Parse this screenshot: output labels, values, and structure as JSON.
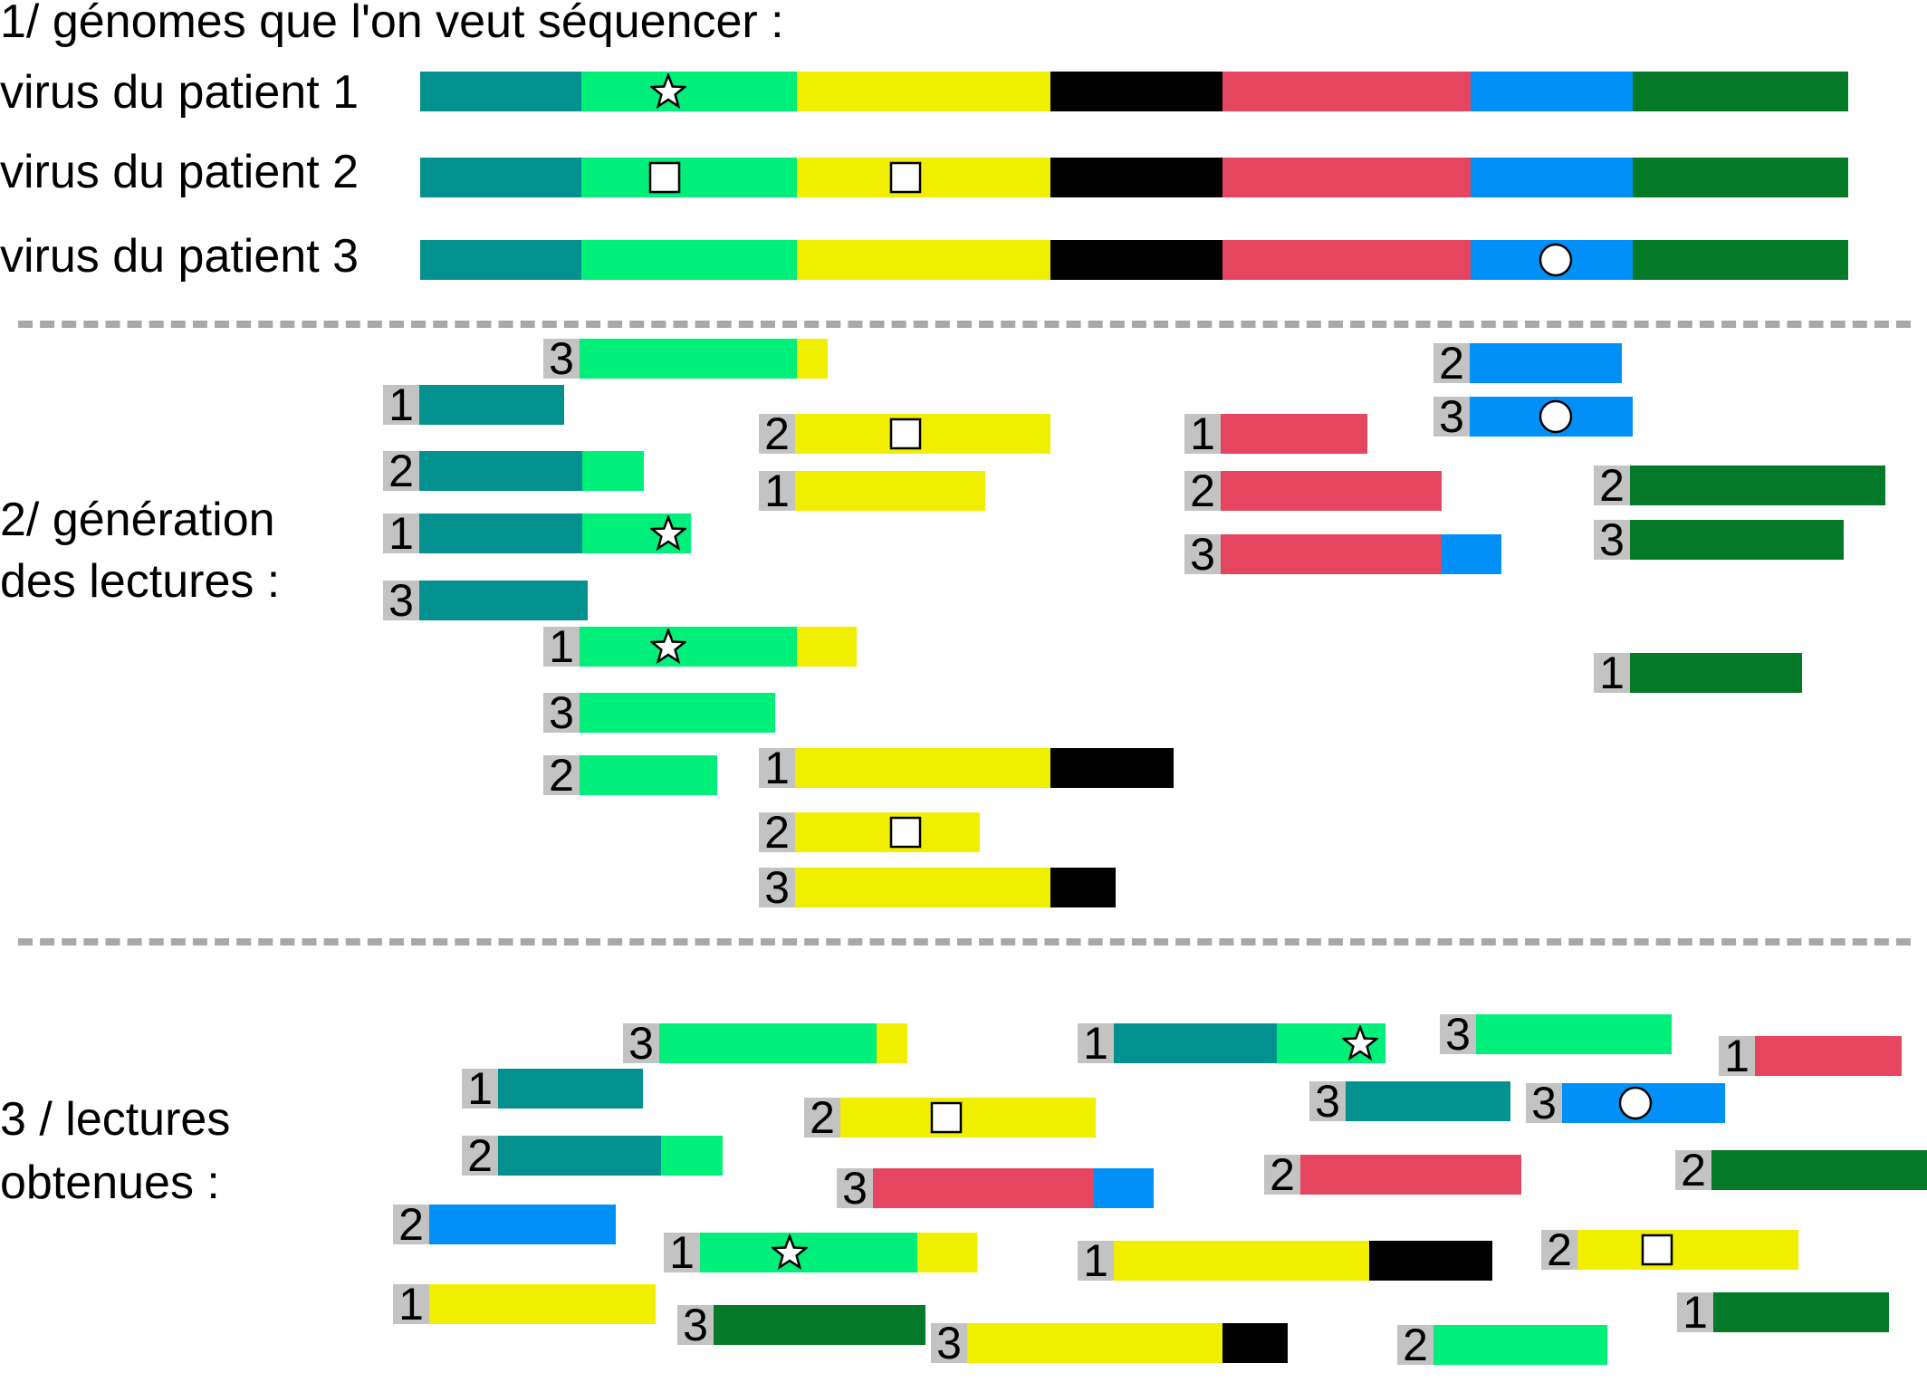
{
  "colors": {
    "teal": "#02918f",
    "spring": "#00ef7b",
    "yellow": "#f0ef00",
    "black": "#000000",
    "red": "#e5455f",
    "blue": "#0090f8",
    "green": "#047a28",
    "tag_bg": "#c3c3c3",
    "divider": "#a8a8a8"
  },
  "section1": {
    "title": "1/ génomes que l'on veut séquencer :",
    "genomes": [
      {
        "label": "virus du patient 1",
        "mutation": "star",
        "mutation_regions": [
          "spring"
        ]
      },
      {
        "label": "virus du patient 2",
        "mutation": "square",
        "mutation_regions": [
          "spring",
          "yellow"
        ]
      },
      {
        "label": "virus du patient 3",
        "mutation": "circle",
        "mutation_regions": [
          "blue"
        ]
      }
    ],
    "regions": [
      "teal",
      "spring",
      "yellow",
      "black",
      "red",
      "blue",
      "green"
    ]
  },
  "section2": {
    "title_line1": "2/ génération",
    "title_line2": "des lectures :",
    "reads": [
      {
        "patient": "3",
        "regions": [
          "spring",
          "yellow"
        ]
      },
      {
        "patient": "1",
        "regions": [
          "teal"
        ]
      },
      {
        "patient": "2",
        "regions": [
          "teal",
          "spring"
        ]
      },
      {
        "patient": "1",
        "regions": [
          "teal",
          "spring"
        ],
        "marker": "star"
      },
      {
        "patient": "3",
        "regions": [
          "teal"
        ]
      },
      {
        "patient": "1",
        "regions": [
          "spring",
          "yellow"
        ],
        "marker": "star"
      },
      {
        "patient": "3",
        "regions": [
          "spring"
        ]
      },
      {
        "patient": "2",
        "regions": [
          "spring"
        ]
      },
      {
        "patient": "2",
        "regions": [
          "yellow"
        ],
        "marker": "square"
      },
      {
        "patient": "1",
        "regions": [
          "yellow"
        ]
      },
      {
        "patient": "1",
        "regions": [
          "yellow",
          "black"
        ]
      },
      {
        "patient": "2",
        "regions": [
          "yellow"
        ],
        "marker": "square"
      },
      {
        "patient": "3",
        "regions": [
          "yellow",
          "black"
        ]
      },
      {
        "patient": "1",
        "regions": [
          "red"
        ]
      },
      {
        "patient": "2",
        "regions": [
          "red"
        ]
      },
      {
        "patient": "3",
        "regions": [
          "red",
          "blue"
        ]
      },
      {
        "patient": "2",
        "regions": [
          "blue"
        ]
      },
      {
        "patient": "3",
        "regions": [
          "blue"
        ],
        "marker": "circle"
      },
      {
        "patient": "2",
        "regions": [
          "green"
        ]
      },
      {
        "patient": "3",
        "regions": [
          "green"
        ]
      },
      {
        "patient": "1",
        "regions": [
          "green"
        ]
      }
    ]
  },
  "section3": {
    "title_line1": "3 / lectures",
    "title_line2": "obtenues :",
    "reads": [
      {
        "patient": "3",
        "regions": [
          "spring",
          "yellow"
        ]
      },
      {
        "patient": "1",
        "regions": [
          "teal"
        ]
      },
      {
        "patient": "2",
        "regions": [
          "teal",
          "spring"
        ]
      },
      {
        "patient": "2",
        "regions": [
          "blue"
        ]
      },
      {
        "patient": "1",
        "regions": [
          "yellow"
        ]
      },
      {
        "patient": "2",
        "regions": [
          "yellow"
        ],
        "marker": "square"
      },
      {
        "patient": "3",
        "regions": [
          "red",
          "blue"
        ]
      },
      {
        "patient": "1",
        "regions": [
          "spring",
          "yellow"
        ],
        "marker": "star"
      },
      {
        "patient": "3",
        "regions": [
          "green"
        ]
      },
      {
        "patient": "3",
        "regions": [
          "yellow",
          "black"
        ]
      },
      {
        "patient": "1",
        "regions": [
          "teal",
          "spring"
        ],
        "marker": "star"
      },
      {
        "patient": "3",
        "regions": [
          "teal"
        ]
      },
      {
        "patient": "2",
        "regions": [
          "red"
        ]
      },
      {
        "patient": "1",
        "regions": [
          "yellow",
          "black"
        ]
      },
      {
        "patient": "2",
        "regions": [
          "spring"
        ]
      },
      {
        "patient": "3",
        "regions": [
          "spring"
        ]
      },
      {
        "patient": "3",
        "regions": [
          "blue"
        ],
        "marker": "circle"
      },
      {
        "patient": "2",
        "regions": [
          "yellow"
        ],
        "marker": "square"
      },
      {
        "patient": "1",
        "regions": [
          "red"
        ]
      },
      {
        "patient": "2",
        "regions": [
          "green"
        ]
      },
      {
        "patient": "1",
        "regions": [
          "green"
        ]
      }
    ]
  }
}
